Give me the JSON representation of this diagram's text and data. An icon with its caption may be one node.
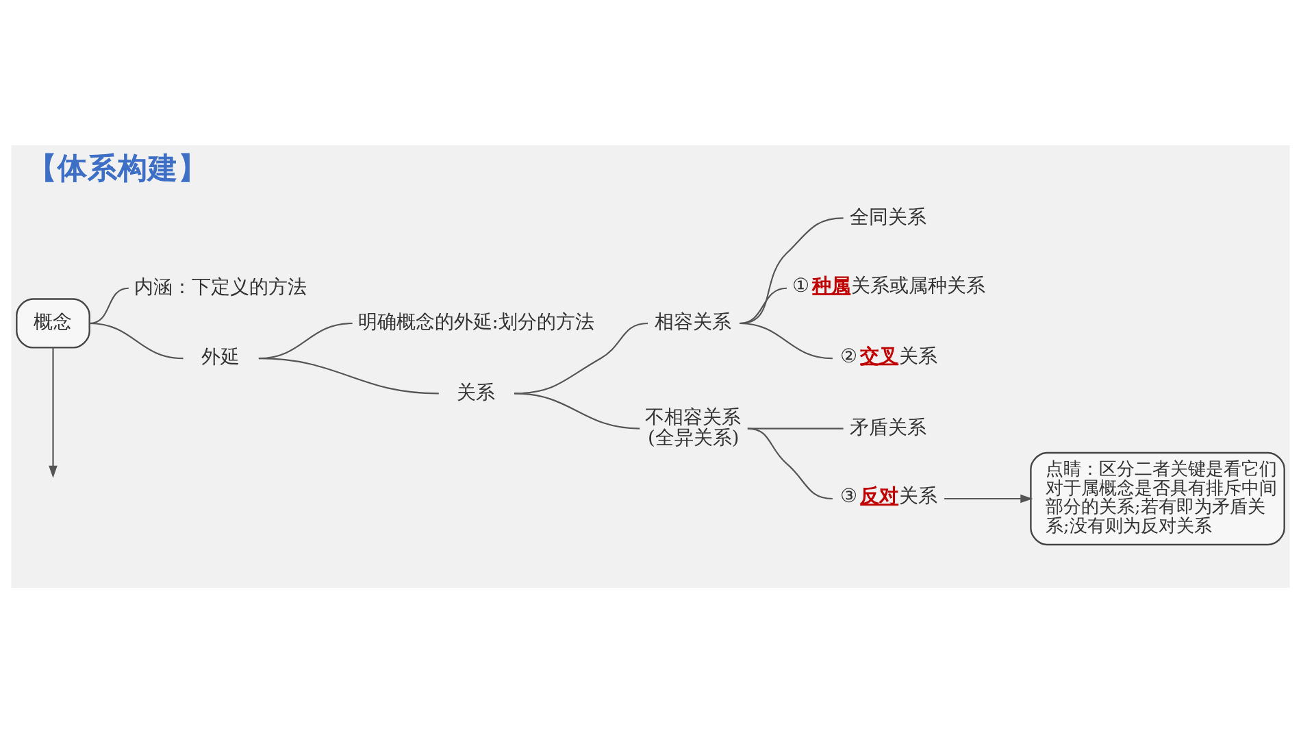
{
  "diagram": {
    "title": "【体系构建】",
    "nodes": [
      {
        "text": [
          "概念"
        ]
      },
      {
        "text": [
          "内涵：下定义的方法"
        ]
      },
      {
        "text": [
          "外延"
        ]
      },
      {
        "text": [
          "明确概念的外延:划分的方法"
        ]
      },
      {
        "text": [
          "关系"
        ]
      },
      {
        "text": [
          "相容关系"
        ]
      },
      {
        "text": [
          "全同关系"
        ]
      },
      {
        "text": [
          "①**种属**关系或属种关系"
        ]
      },
      {
        "text": [
          "②**交叉**关系"
        ]
      },
      {
        "text": [
          "不相容关系 (全异关系)"
        ]
      },
      {
        "text": [
          "矛盾关系"
        ]
      },
      {
        "text": [
          "③**反对**关系"
        ]
      },
      {
        "text": [
          "点睛：区分二者关键是看它们对于属概念是否具有排斥中间部分的关系;若有即为矛盾关系;没有则为反对关系"
        ]
      }
    ],
    "edges": [
      {
        "from": 0,
        "to": 1,
        "arrow": "none"
      },
      {
        "from": 0,
        "to": 2,
        "arrow": "none"
      },
      {
        "from": 2,
        "to": 3,
        "arrow": "none"
      },
      {
        "from": 2,
        "to": 4,
        "arrow": "none"
      },
      {
        "from": 4,
        "to": 5,
        "arrow": "none"
      },
      {
        "from": 4,
        "to": 9,
        "arrow": "none"
      },
      {
        "from": 5,
        "to": 6,
        "arrow": "none"
      },
      {
        "from": 5,
        "to": 7,
        "arrow": "none"
      },
      {
        "from": 5,
        "to": 8,
        "arrow": "none"
      },
      {
        "from": 9,
        "to": 10,
        "arrow": "none"
      },
      {
        "from": 9,
        "to": 11,
        "arrow": "none"
      },
      {
        "from": 11,
        "to": 12,
        "arrow": "to"
      },
      {
        "from": 0,
        "to": null,
        "arrow": "to"
      }
    ]
  }
}
